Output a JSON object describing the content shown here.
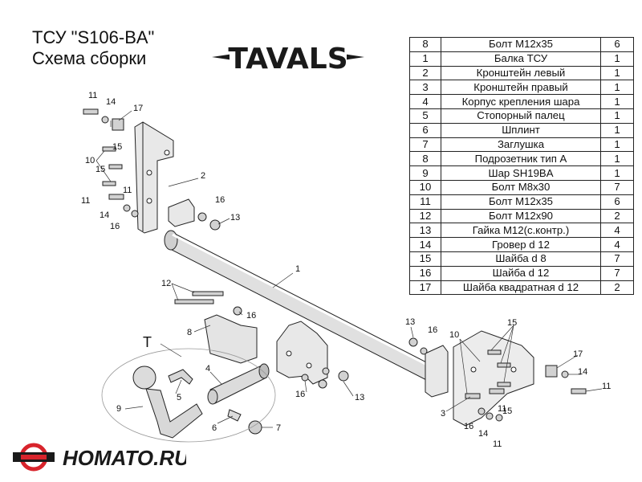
{
  "title": {
    "line1": "ТСУ  \"S106-BA\"",
    "line2": "Схема сборки"
  },
  "brand_logo": {
    "text": "TAVALS"
  },
  "parts_table": [
    {
      "num": "8",
      "desc": "Болт М12х35",
      "qty": "6"
    },
    {
      "num": "1",
      "desc": "Балка ТСУ",
      "qty": "1"
    },
    {
      "num": "2",
      "desc": "Кронштейн левый",
      "qty": "1"
    },
    {
      "num": "3",
      "desc": "Кронштейн правый",
      "qty": "1"
    },
    {
      "num": "4",
      "desc": "Корпус крепления шара",
      "qty": "1"
    },
    {
      "num": "5",
      "desc": "Стопорный палец",
      "qty": "1"
    },
    {
      "num": "6",
      "desc": "Шплинт",
      "qty": "1"
    },
    {
      "num": "7",
      "desc": "Заглушка",
      "qty": "1"
    },
    {
      "num": "8",
      "desc": "Подрозетник тип А",
      "qty": "1"
    },
    {
      "num": "9",
      "desc": "Шар SH19BA",
      "qty": "1"
    },
    {
      "num": "10",
      "desc": "Болт М8х30",
      "qty": "7"
    },
    {
      "num": "11",
      "desc": "Болт М12х35",
      "qty": "6"
    },
    {
      "num": "12",
      "desc": "Болт М12х90",
      "qty": "2"
    },
    {
      "num": "13",
      "desc": "Гайка М12(с.контр.)",
      "qty": "4"
    },
    {
      "num": "14",
      "desc": "Гровер d 12",
      "qty": "4"
    },
    {
      "num": "15",
      "desc": "Шайба d 8",
      "qty": "7"
    },
    {
      "num": "16",
      "desc": "Шайба d 12",
      "qty": "7"
    },
    {
      "num": "17",
      "desc": "Шайба квадратная d 12",
      "qty": "2"
    }
  ],
  "callouts": {
    "c1": "1",
    "c2": "2",
    "c3": "3",
    "c4": "4",
    "c5": "5",
    "c6": "6",
    "c7": "7",
    "c8": "8",
    "c9": "9",
    "c10a": "10",
    "c10b": "10",
    "c11a": "11",
    "c11b": "11",
    "c11c": "11",
    "c11d": "11",
    "c11e": "11",
    "c11f": "11",
    "c12": "12",
    "c13a": "13",
    "c13b": "13",
    "c13c": "13",
    "c14a": "14",
    "c14b": "14",
    "c14c": "14",
    "c14d": "14",
    "c15a": "15",
    "c15b": "15",
    "c15c": "15",
    "c15d": "15",
    "c16a": "16",
    "c16b": "16",
    "c16c": "16",
    "c16d": "16",
    "c16e": "16",
    "c16f": "16",
    "c17a": "17",
    "c17b": "17",
    "cT": "T"
  },
  "watermark": {
    "text": "HOMATO.RU"
  },
  "colors": {
    "line": "#222222",
    "metal_light": "#e6e6e6",
    "metal_mid": "#c8c8c8",
    "metal_dark": "#9a9a9a",
    "logo_red": "#d8242c"
  }
}
